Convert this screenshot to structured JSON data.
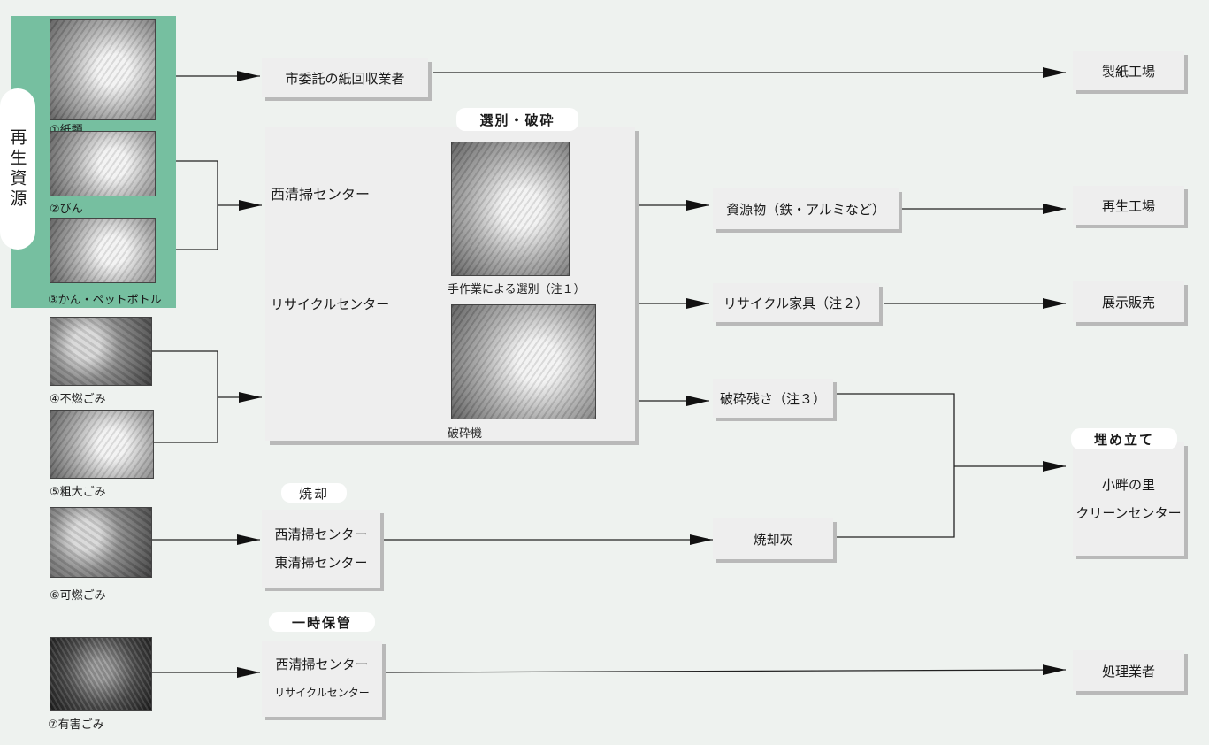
{
  "side_label": "再生資源",
  "items": [
    {
      "id": "paper",
      "caption": "①紙類"
    },
    {
      "id": "bottle",
      "caption": "②びん"
    },
    {
      "id": "can",
      "caption": "③かん・ペットボトル"
    },
    {
      "id": "noncomb",
      "caption": "④不燃ごみ"
    },
    {
      "id": "bulky",
      "caption": "⑤粗大ごみ"
    },
    {
      "id": "comb",
      "caption": "⑥可燃ごみ"
    },
    {
      "id": "hazard",
      "caption": "⑦有害ごみ"
    }
  ],
  "mid": {
    "paper_collector": "市委託の紙回収業者",
    "sort_header": "選別・破砕",
    "west_center": "西清掃センター",
    "recycle_center": "リサイクルセンター",
    "photo_handsort_caption": "手作業による選別（注１）",
    "photo_crusher_caption": "破砕機",
    "incinerate_header": "焼却",
    "incin_west": "西清掃センター",
    "incin_east": "東清掃センター",
    "temp_header": "一時保管",
    "temp_west": "西清掃センター",
    "temp_recycle": "リサイクルセンター"
  },
  "outputs": {
    "resources": "資源物（鉄・アルミなど）",
    "furniture": "リサイクル家具（注２）",
    "residue": "破砕残さ（注３）",
    "ash": "焼却灰"
  },
  "destinations": {
    "paper_mill": "製紙工場",
    "recycle_factory": "再生工場",
    "sales": "展示販売",
    "landfill_header": "埋め立て",
    "landfill_name1": "小畔の里",
    "landfill_name2": "クリーンセンター",
    "processor": "処理業者"
  }
}
